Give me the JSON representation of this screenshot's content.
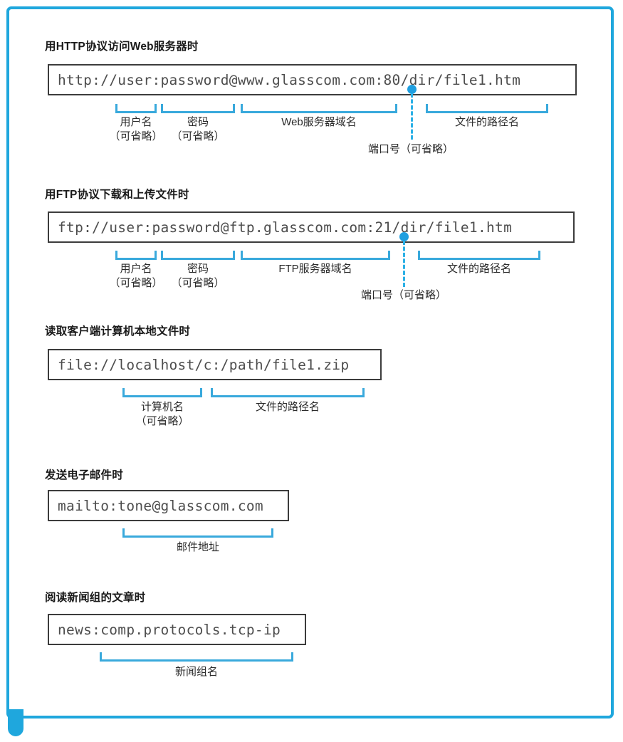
{
  "frame": {
    "border_color": "#1fa7dd",
    "tab_color": "#1fa7dd",
    "accent_color": "#39a9dc",
    "box_border_color": "#3c3c3c",
    "url_text_color": "#4d4d4d"
  },
  "sections": [
    {
      "id": "http",
      "title": "用HTTP协议访问Web服务器时",
      "url": "http://user:password@www.glasscom.com:80/dir/file1.htm",
      "annotations": [
        {
          "label": "用户名",
          "sub": "（可省略）"
        },
        {
          "label": "密码",
          "sub": "（可省略）"
        },
        {
          "label": "Web服务器域名",
          "sub": ""
        },
        {
          "label": "文件的路径名",
          "sub": ""
        }
      ],
      "port_label": "端口号（可省略）"
    },
    {
      "id": "ftp",
      "title": "用FTP协议下载和上传文件时",
      "url": "ftp://user:password@ftp.glasscom.com:21/dir/file1.htm",
      "annotations": [
        {
          "label": "用户名",
          "sub": "（可省略）"
        },
        {
          "label": "密码",
          "sub": "（可省略）"
        },
        {
          "label": "FTP服务器域名",
          "sub": ""
        },
        {
          "label": "文件的路径名",
          "sub": ""
        }
      ],
      "port_label": "端口号（可省略）"
    },
    {
      "id": "file",
      "title": "读取客户端计算机本地文件时",
      "url": "file://localhost/c:/path/file1.zip",
      "annotations": [
        {
          "label": "计算机名",
          "sub": "（可省略）"
        },
        {
          "label": "文件的路径名",
          "sub": ""
        }
      ],
      "port_label": ""
    },
    {
      "id": "mailto",
      "title": "发送电子邮件时",
      "url": "mailto:tone@glasscom.com",
      "annotations": [
        {
          "label": "邮件地址",
          "sub": ""
        }
      ],
      "port_label": ""
    },
    {
      "id": "news",
      "title": "阅读新闻组的文章时",
      "url": "news:comp.protocols.tcp-ip",
      "annotations": [
        {
          "label": "新闻组名",
          "sub": ""
        }
      ],
      "port_label": ""
    }
  ]
}
